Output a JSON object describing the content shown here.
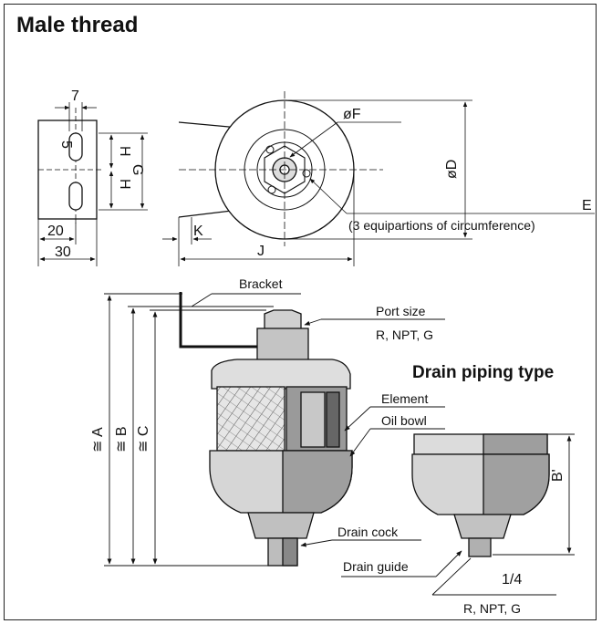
{
  "title": "Male thread",
  "subtitle": "Drain piping type",
  "bracket_view": {
    "dim_7": "7",
    "dim_5": "5",
    "dim_H_top": "H",
    "dim_H_bottom": "H",
    "dim_G": "G",
    "dim_20": "20",
    "dim_30": "30"
  },
  "top_view": {
    "dim_F": "øF",
    "dim_D": "øD",
    "dim_E": "E",
    "note_E": "(3 equipartions of circumference)",
    "dim_K": "K",
    "dim_J": "J"
  },
  "side_view": {
    "label_bracket": "Bracket",
    "label_port_size": "Port size",
    "label_port_threads": "R, NPT, G",
    "label_element": "Element",
    "label_oil_bowl": "Oil bowl",
    "label_drain_cock": "Drain cock",
    "dim_A": "≅ A",
    "dim_B": "≅ B",
    "dim_C": "≅ C"
  },
  "drain_view": {
    "dim_B_prime": "B'",
    "label_drain_guide": "Drain guide",
    "thread_size": "1/4",
    "label_threads": "R, NPT, G"
  }
}
